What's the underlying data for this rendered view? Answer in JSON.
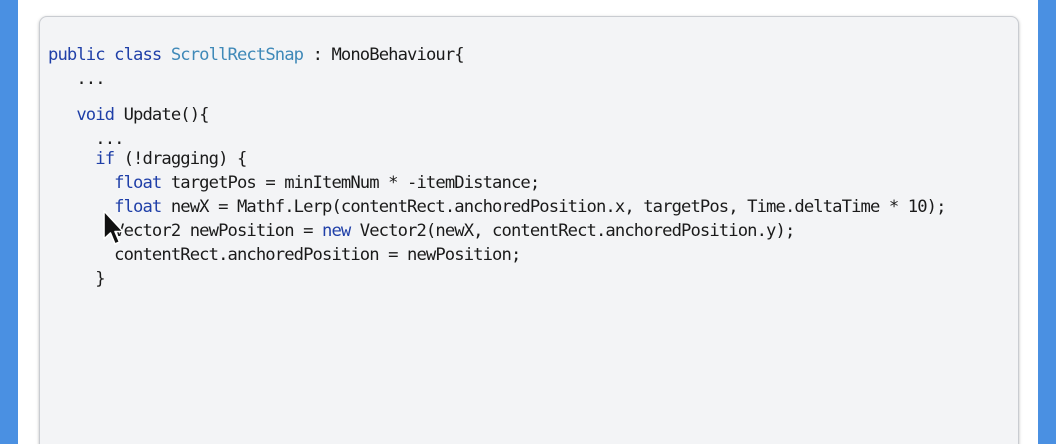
{
  "colors": {
    "background": "#4a90e2",
    "panel": "#f3f4f6",
    "keyword": "#1f3fa8",
    "class_name": "#3f89b8",
    "text": "#1a1a1a"
  },
  "code": {
    "l1": {
      "kw1": "public",
      "kw2": "class",
      "classname": "ScrollRectSnap",
      "rest": " : MonoBehaviour{"
    },
    "l2": {
      "text": "..."
    },
    "l3": {
      "kw": "void",
      "rest": " Update(){"
    },
    "l4": {
      "text": "..."
    },
    "l5": {
      "kw": "if",
      "rest": " (!dragging) {"
    },
    "l6": {
      "kw": "float",
      "rest": " targetPos = minItemNum * -itemDistance;"
    },
    "l7": {
      "kw": "float",
      "rest": " newX = Mathf.Lerp(contentRect.anchoredPosition.x, targetPos, Time.deltaTime * 10);"
    },
    "l8": {
      "pre": "Vector2 newPosition = ",
      "kw": "new",
      "rest": " Vector2(newX, contentRect.anchoredPosition.y);"
    },
    "l9": {
      "text": "contentRect.anchoredPosition = newPosition;"
    },
    "l10": {
      "text": "}"
    }
  },
  "cursor": {
    "icon": "mouse-pointer-icon"
  }
}
